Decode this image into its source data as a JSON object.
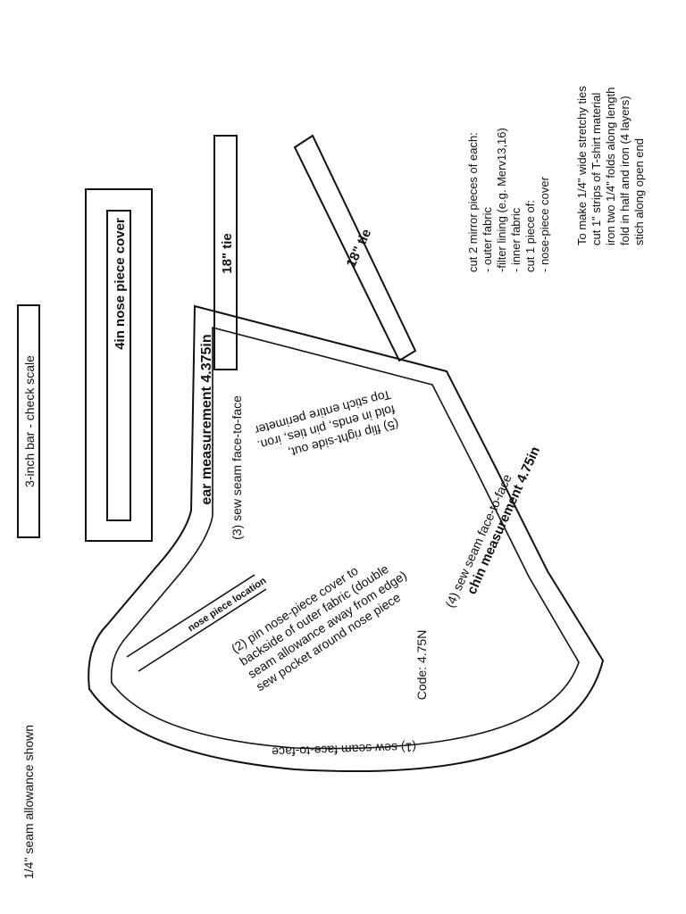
{
  "labels": {
    "seam_allowance": "1/4\" seam allowance shown",
    "scale_bar": "3-inch bar - check scale",
    "nose_cover": "4in   nose piece cover",
    "tie_a": "18\" tie",
    "tie_b": "18\" tie",
    "ear_measurement": "ear measurement   4.375in",
    "chin_measurement": "chin measurement  4.75in",
    "nose_location": "nose piece location",
    "code": "Code: 4.75N"
  },
  "steps": {
    "step1": "(1) sew seam face-to-face",
    "step2_lines": [
      "(2) pin nose-piece cover to",
      "backside of outer fabric (double",
      "seam allowance away from edge)",
      "sew pocket around nose piece"
    ],
    "step3": "(3) sew seam face-to-face",
    "step4": "(4) sew seam face-to-face",
    "step5_lines": [
      "(5) flip right-side out,",
      "fold in ends, pin ties, iron.",
      "Top stich entire perimeter"
    ]
  },
  "notes": {
    "cut_lines": [
      "cut 2 mirror pieces of each:",
      "- outer fabric",
      "-filter lining (e.g. Merv13,16)",
      "- inner fabric",
      "cut 1 piece of:",
      "- nose-piece cover"
    ],
    "ties_lines": [
      "To make 1/4\" wide stretchy ties",
      "cut 1\" strips of T-shirt material",
      "iron two 1/4\" folds along length",
      "fold in half and iron (4 layers)",
      "stich along open end"
    ]
  }
}
